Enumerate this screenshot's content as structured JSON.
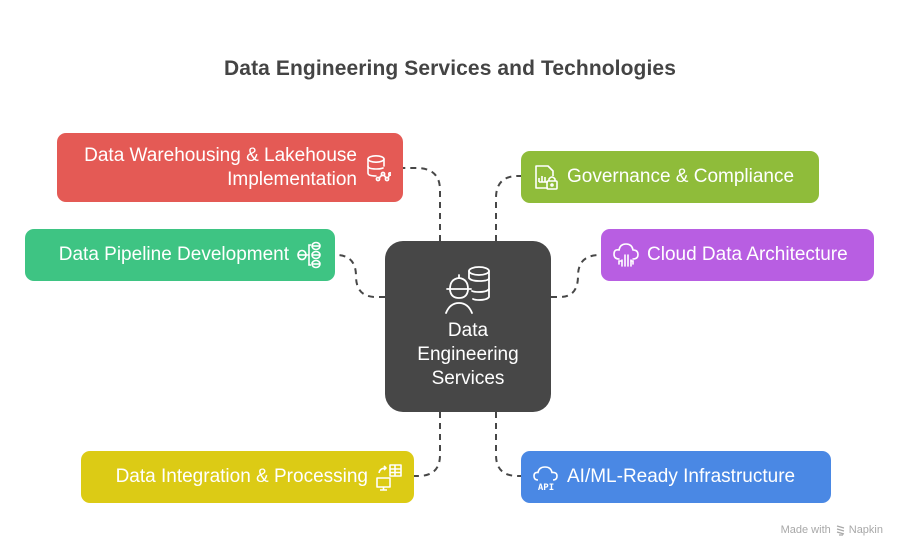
{
  "title": "Data Engineering Services and Technologies",
  "center": {
    "label_lines": [
      "Data",
      "Engineering",
      "Services"
    ],
    "icon": "engineer-database-icon",
    "color": "#474747"
  },
  "nodes": [
    {
      "id": "warehousing",
      "side": "left",
      "label_lines": [
        "Data Warehousing & Lakehouse",
        "Implementation"
      ],
      "icon": "database-network-icon",
      "color": "#e45a55"
    },
    {
      "id": "pipeline",
      "side": "left",
      "label_lines": [
        "Data Pipeline Development"
      ],
      "icon": "pipeline-icon",
      "color": "#3ec483"
    },
    {
      "id": "integration",
      "side": "left",
      "label_lines": [
        "Data Integration & Processing"
      ],
      "icon": "integration-icon",
      "color": "#dccb15"
    },
    {
      "id": "governance",
      "side": "right",
      "label_lines": [
        "Governance & Compliance"
      ],
      "icon": "report-lock-icon",
      "color": "#8fbc3a"
    },
    {
      "id": "cloud",
      "side": "right",
      "label_lines": [
        "Cloud Data Architecture"
      ],
      "icon": "cloud-circuit-icon",
      "color": "#b85ee2"
    },
    {
      "id": "aiml",
      "side": "right",
      "label_lines": [
        "AI/ML-Ready Infrastructure"
      ],
      "icon": "cloud-api-icon",
      "color": "#4a88e4"
    }
  ],
  "footer": {
    "prefix": "Made with",
    "brand": "Napkin"
  }
}
